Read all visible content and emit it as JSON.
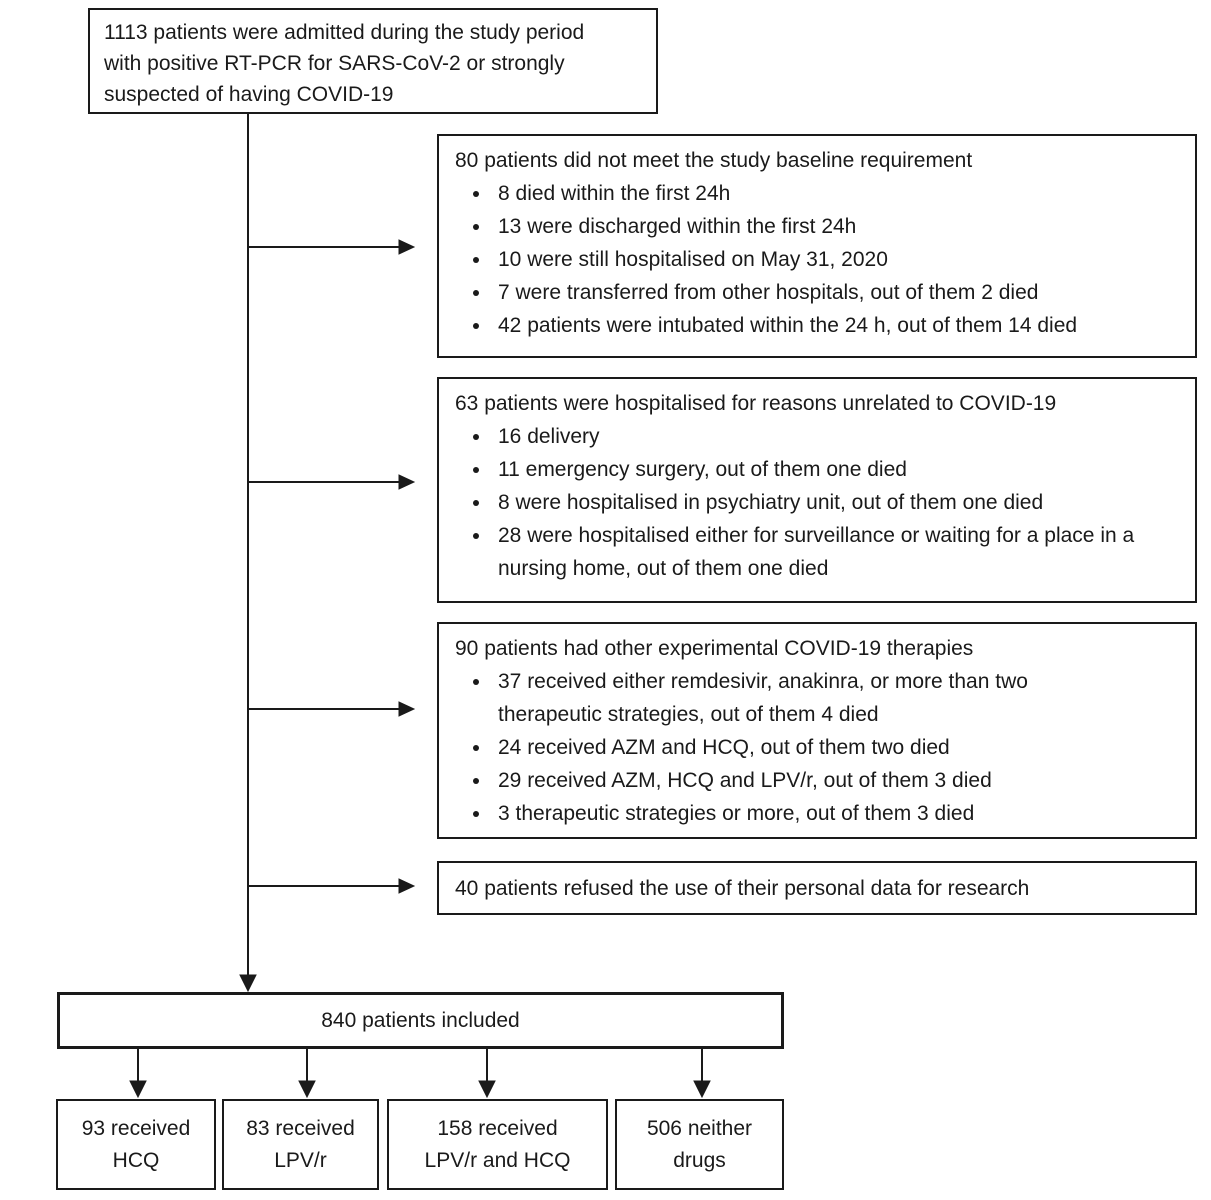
{
  "colors": {
    "box_border": "#1a1a1a",
    "text": "#1a1a1a",
    "arrow": "#1a1a1a",
    "background": "#ffffff"
  },
  "admitted_box": {
    "lines": [
      "1113 patients were admitted during the study period",
      "with positive RT-PCR for SARS-CoV-2 or strongly",
      "suspected of having COVID-19"
    ]
  },
  "exclusions": [
    {
      "header": "80 patients did not meet the study baseline requirement",
      "items": [
        "8 died within the first 24h",
        "13 were discharged within the first 24h",
        "10 were still hospitalised on May 31, 2020",
        "7 were transferred from other hospitals, out of them 2 died",
        "42 patients were intubated within the 24 h, out of them 14 died"
      ]
    },
    {
      "header": "63 patients were hospitalised for reasons unrelated to COVID-19",
      "items": [
        "16 delivery",
        "11 emergency surgery, out of them one died",
        "8 were hospitalised in psychiatry unit, out of them one died",
        "28 were hospitalised either for surveillance or waiting for a place in a nursing home, out of them one died"
      ]
    },
    {
      "header": "90 patients had other experimental COVID-19 therapies",
      "items": [
        "37 received either remdesivir, anakinra, or more than two therapeutic strategies, out of them 4 died",
        "24 received AZM and HCQ, out of them two died",
        "29 received AZM, HCQ and LPV/r, out of them 3 died",
        "3 therapeutic strategies or more, out of them 3 died"
      ]
    },
    {
      "header": "40 patients refused the use of their personal data for research",
      "items": []
    }
  ],
  "included_box": {
    "text": "840 patients included"
  },
  "outcomes": [
    {
      "lines": [
        "93 received",
        "HCQ"
      ]
    },
    {
      "lines": [
        "83 received",
        "LPV/r"
      ]
    },
    {
      "lines": [
        "158 received",
        "LPV/r and HCQ"
      ]
    },
    {
      "lines": [
        "506 neither",
        "drugs"
      ]
    }
  ]
}
